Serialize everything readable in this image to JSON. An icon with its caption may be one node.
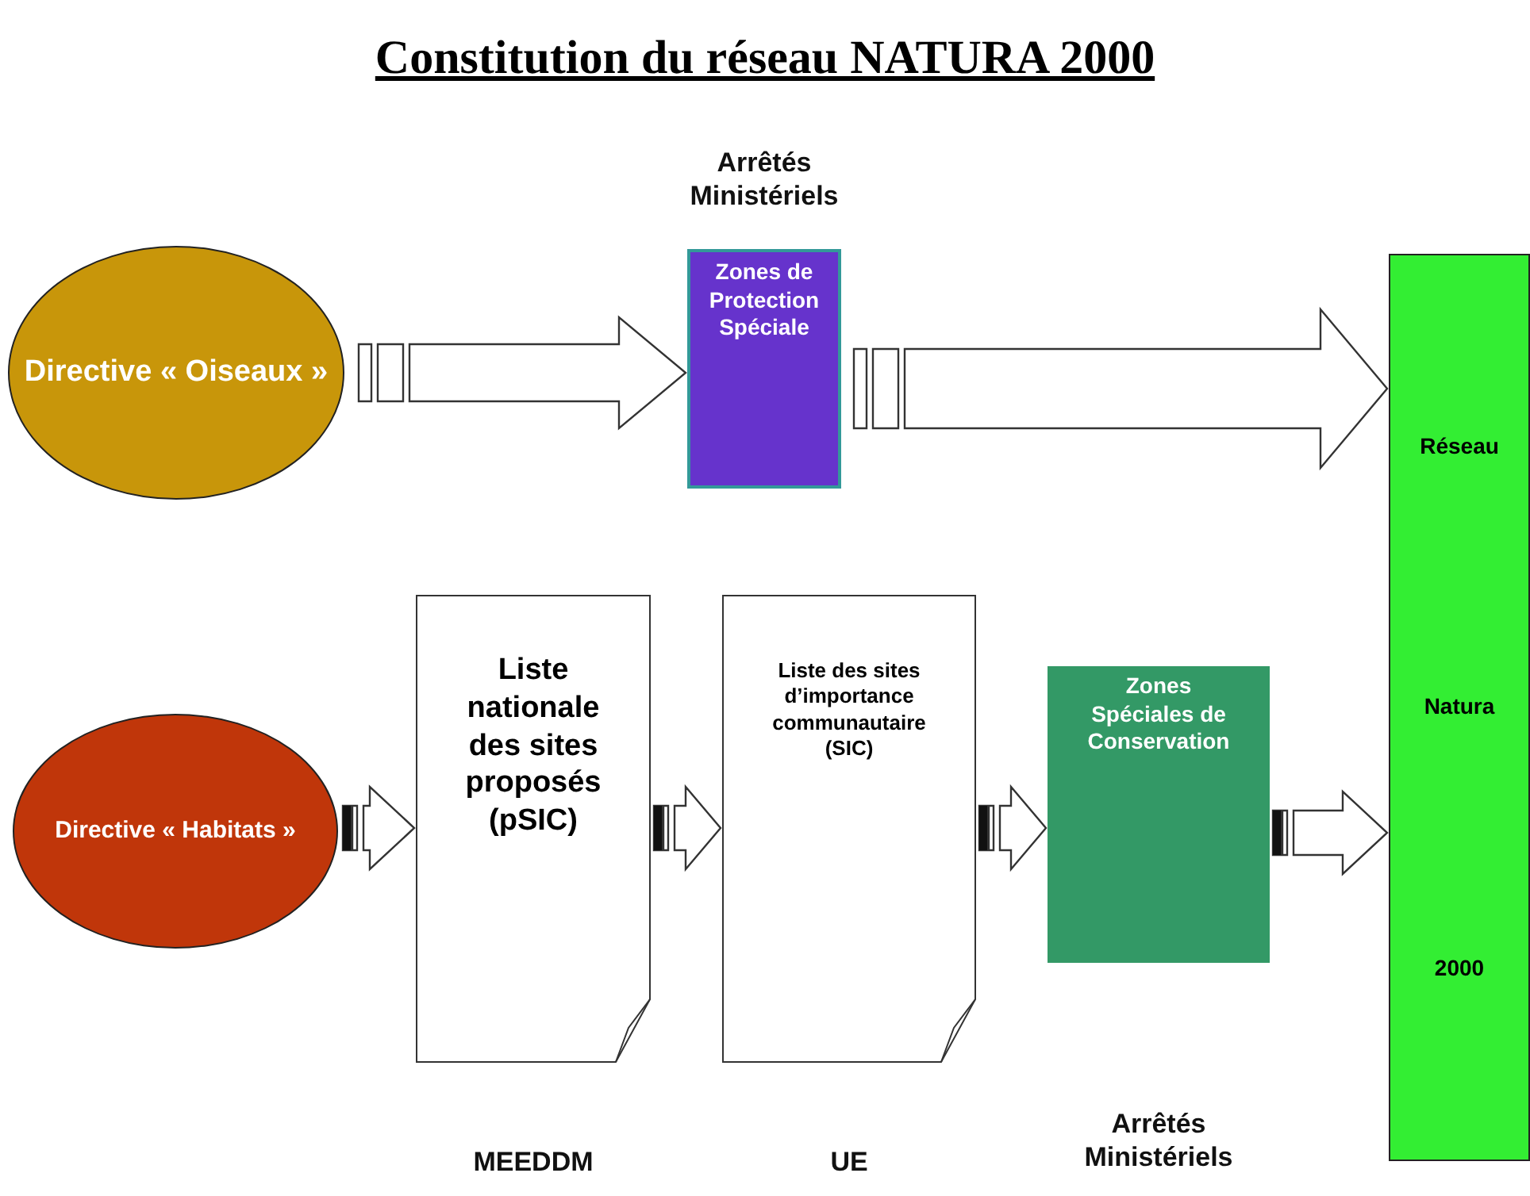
{
  "diagram": {
    "title": "Constitution du réseau NATURA 2000",
    "nodes": [
      {
        "text": [
          "Directive « Oiseaux »"
        ]
      },
      {
        "text": [
          "Zones de Protection Spéciale"
        ],
        "beside": [
          "Arrêtés Ministériels"
        ]
      },
      {
        "text": [
          "Réseau",
          "Natura",
          "2000"
        ]
      },
      {
        "text": [
          "Directive « Habitats »"
        ]
      },
      {
        "text": [
          "Liste nationale des sites proposés (pSIC)"
        ],
        "beside": [
          "MEEDDM"
        ]
      },
      {
        "text": [
          "Liste des sites d’importance communautaire (SIC)"
        ],
        "beside": [
          "UE"
        ]
      },
      {
        "text": [
          "Zones Spéciales de Conservation"
        ]
      }
    ],
    "labels": [
      "Arrêtés Ministériels"
    ],
    "edges": [
      {
        "from": 0,
        "to": 1,
        "arrow": "to"
      },
      {
        "from": 1,
        "to": 2,
        "arrow": "to"
      },
      {
        "from": 3,
        "to": 4,
        "arrow": "to"
      },
      {
        "from": 4,
        "to": 5,
        "arrow": "to"
      },
      {
        "from": 5,
        "to": 6,
        "arrow": "to"
      },
      {
        "from": 6,
        "to": 2,
        "arrow": "to"
      }
    ]
  }
}
